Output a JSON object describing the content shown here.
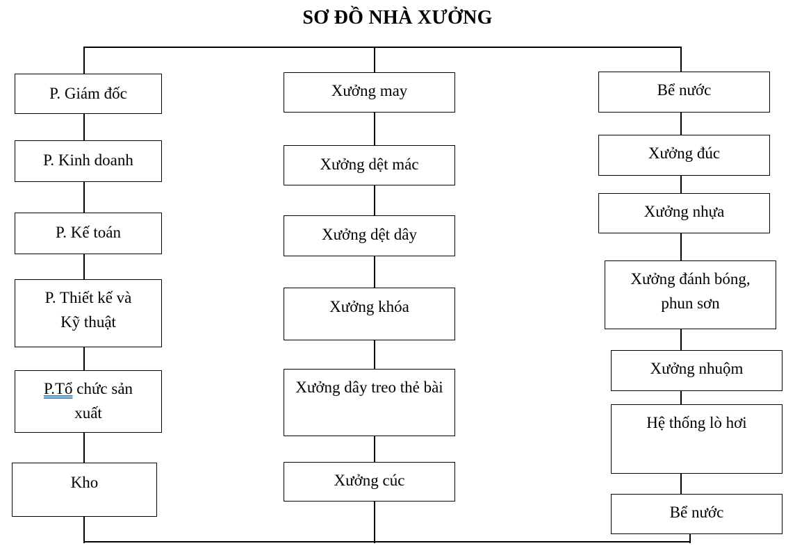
{
  "title": "SƠ ĐỒ NHÀ XƯỞNG",
  "columns": {
    "left": [
      "P. Giám đốc",
      "P. Kinh doanh",
      "P. Kế toán",
      "P. Thiết kế và Kỹ thuật",
      {
        "underlined": "P.Tổ",
        "rest": " chức sản xuất"
      },
      "Kho"
    ],
    "middle": [
      "Xưởng may",
      "Xưởng dệt mác",
      "Xưởng dệt dây",
      "Xưởng khóa",
      "Xưởng dây treo thẻ bài",
      "Xưởng cúc"
    ],
    "right": [
      "Bể nước",
      "Xưởng đúc",
      "Xưởng nhựa",
      "Xưởng đánh bóng, phun sơn",
      "Xưởng nhuộm",
      "Hệ thống lò hơi",
      "Bể nước"
    ]
  }
}
